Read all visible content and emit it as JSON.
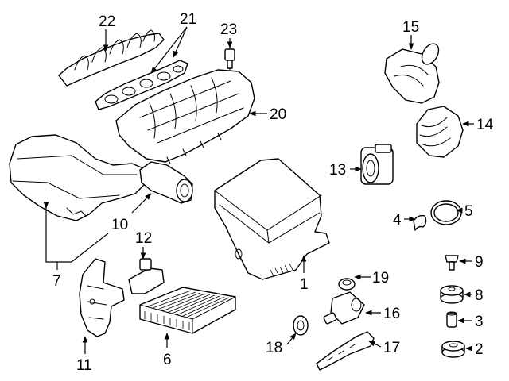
{
  "diagram": {
    "callouts": [
      {
        "id": "1",
        "label": "1"
      },
      {
        "id": "2",
        "label": "2"
      },
      {
        "id": "3",
        "label": "3"
      },
      {
        "id": "4",
        "label": "4"
      },
      {
        "id": "5",
        "label": "5"
      },
      {
        "id": "6",
        "label": "6"
      },
      {
        "id": "7",
        "label": "7"
      },
      {
        "id": "8",
        "label": "8"
      },
      {
        "id": "9",
        "label": "9"
      },
      {
        "id": "10",
        "label": "10"
      },
      {
        "id": "11",
        "label": "11"
      },
      {
        "id": "12",
        "label": "12"
      },
      {
        "id": "13",
        "label": "13"
      },
      {
        "id": "14",
        "label": "14"
      },
      {
        "id": "15",
        "label": "15"
      },
      {
        "id": "16",
        "label": "16"
      },
      {
        "id": "17",
        "label": "17"
      },
      {
        "id": "18",
        "label": "18"
      },
      {
        "id": "19",
        "label": "19"
      },
      {
        "id": "20",
        "label": "20"
      },
      {
        "id": "21",
        "label": "21"
      },
      {
        "id": "22",
        "label": "22"
      },
      {
        "id": "23",
        "label": "23"
      }
    ],
    "colors": {
      "line": "#000000",
      "background": "#ffffff"
    }
  }
}
